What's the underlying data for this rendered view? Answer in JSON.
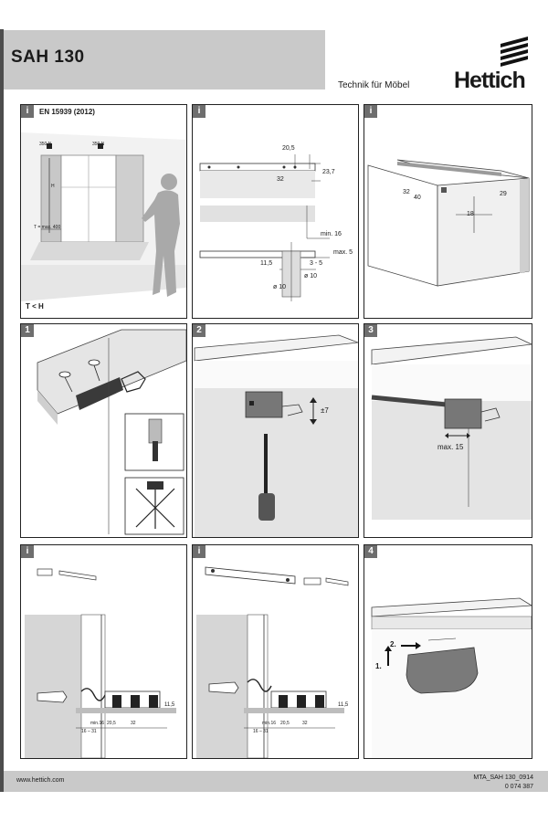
{
  "header": {
    "title": "SAH 130",
    "tagline": "Technik für Möbel",
    "brand": "Hettich"
  },
  "panels": [
    {
      "badge": "i",
      "text": "EN 15939 (2012)",
      "labels": [
        "350 N",
        "350 N",
        "H",
        "T = max. 400",
        "T < H"
      ]
    },
    {
      "badge": "i",
      "labels": [
        "20,5",
        "23,7",
        "32",
        "min. 16",
        "max. 5",
        "11,5",
        "3 - 5",
        "ø 10",
        "ø 10"
      ]
    },
    {
      "badge": "i",
      "labels": [
        "32",
        "40",
        "29",
        "18"
      ]
    },
    {
      "badge": "1"
    },
    {
      "badge": "2",
      "labels": [
        "±7"
      ]
    },
    {
      "badge": "3",
      "labels": [
        "max. 15"
      ]
    },
    {
      "badge": "i",
      "labels": [
        "11,5",
        "min.16",
        "20,5",
        "32",
        "16 – 31"
      ]
    },
    {
      "badge": "i",
      "labels": [
        "11,5",
        "min.16",
        "20,5",
        "32",
        "16 – 31"
      ]
    },
    {
      "badge": "4",
      "labels": [
        "2.",
        "1."
      ]
    }
  ],
  "footer": {
    "url": "www.hettich.com",
    "code": "MTA_SAH 130_0914",
    "number": "0 074 387"
  },
  "colors": {
    "title_bar": "#c9c9c9",
    "badge": "#6e6e6e",
    "illustration_gray": "#bdbdbd"
  }
}
